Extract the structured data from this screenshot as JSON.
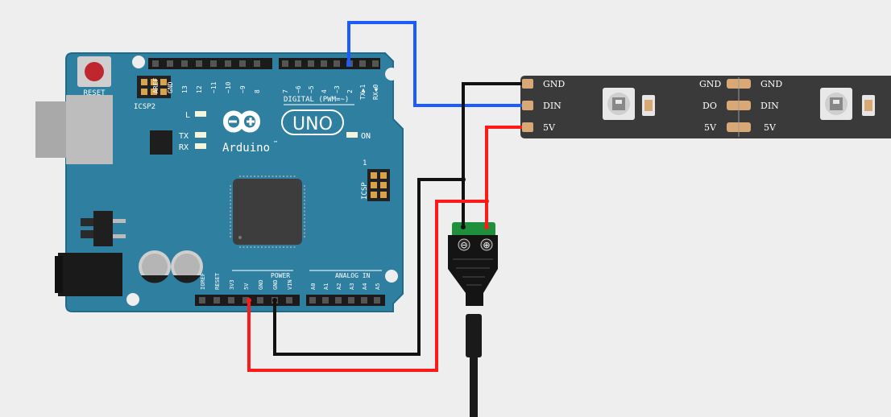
{
  "colors": {
    "background": "#eeeeee",
    "board": "#2f7fa1",
    "board_edge": "#226a8a",
    "strip": "#3a3a3a",
    "wire_blue": "#1a5cff",
    "wire_red": "#ff1a1a",
    "wire_black": "#111111",
    "pad": "#d9a877",
    "terminal_green": "#1e8f3a"
  },
  "arduino": {
    "reset_label": "RESET",
    "icsp2_label": "ICSP2",
    "l_label": "L",
    "tx_label": "TX",
    "rx_label": "RX",
    "on_label": "ON",
    "logo_text": "Arduino",
    "tm": "™",
    "uno_text": "UNO",
    "digital_label": "DIGITAL (PWM=~)",
    "icsp_label": "ICSP",
    "icsp_pin1": "1",
    "power_label": "POWER",
    "analog_label": "ANALOG IN",
    "top_left_pins": [
      "AREF",
      "GND",
      "13",
      "12",
      "~11",
      "~10",
      "~9",
      "8"
    ],
    "top_right_pins": [
      "7",
      "~6",
      "~5",
      "4",
      "~3",
      "2",
      "TX▶1",
      "RX◀0"
    ],
    "power_pins": [
      "IOREF",
      "RESET",
      "3V3",
      "5V",
      "GND",
      "GND",
      "VIN"
    ],
    "analog_pins": [
      "A0",
      "A1",
      "A2",
      "A3",
      "A4",
      "A5"
    ]
  },
  "strip": {
    "left_labels": [
      "GND",
      "DIN",
      "5V"
    ],
    "mid_left_labels": [
      "GND",
      "DO",
      "5V"
    ],
    "mid_right_labels": [
      "GND",
      "DIN",
      "5V"
    ]
  },
  "connector": {
    "minus_symbol": "⊖",
    "plus_symbol": "⊕"
  }
}
